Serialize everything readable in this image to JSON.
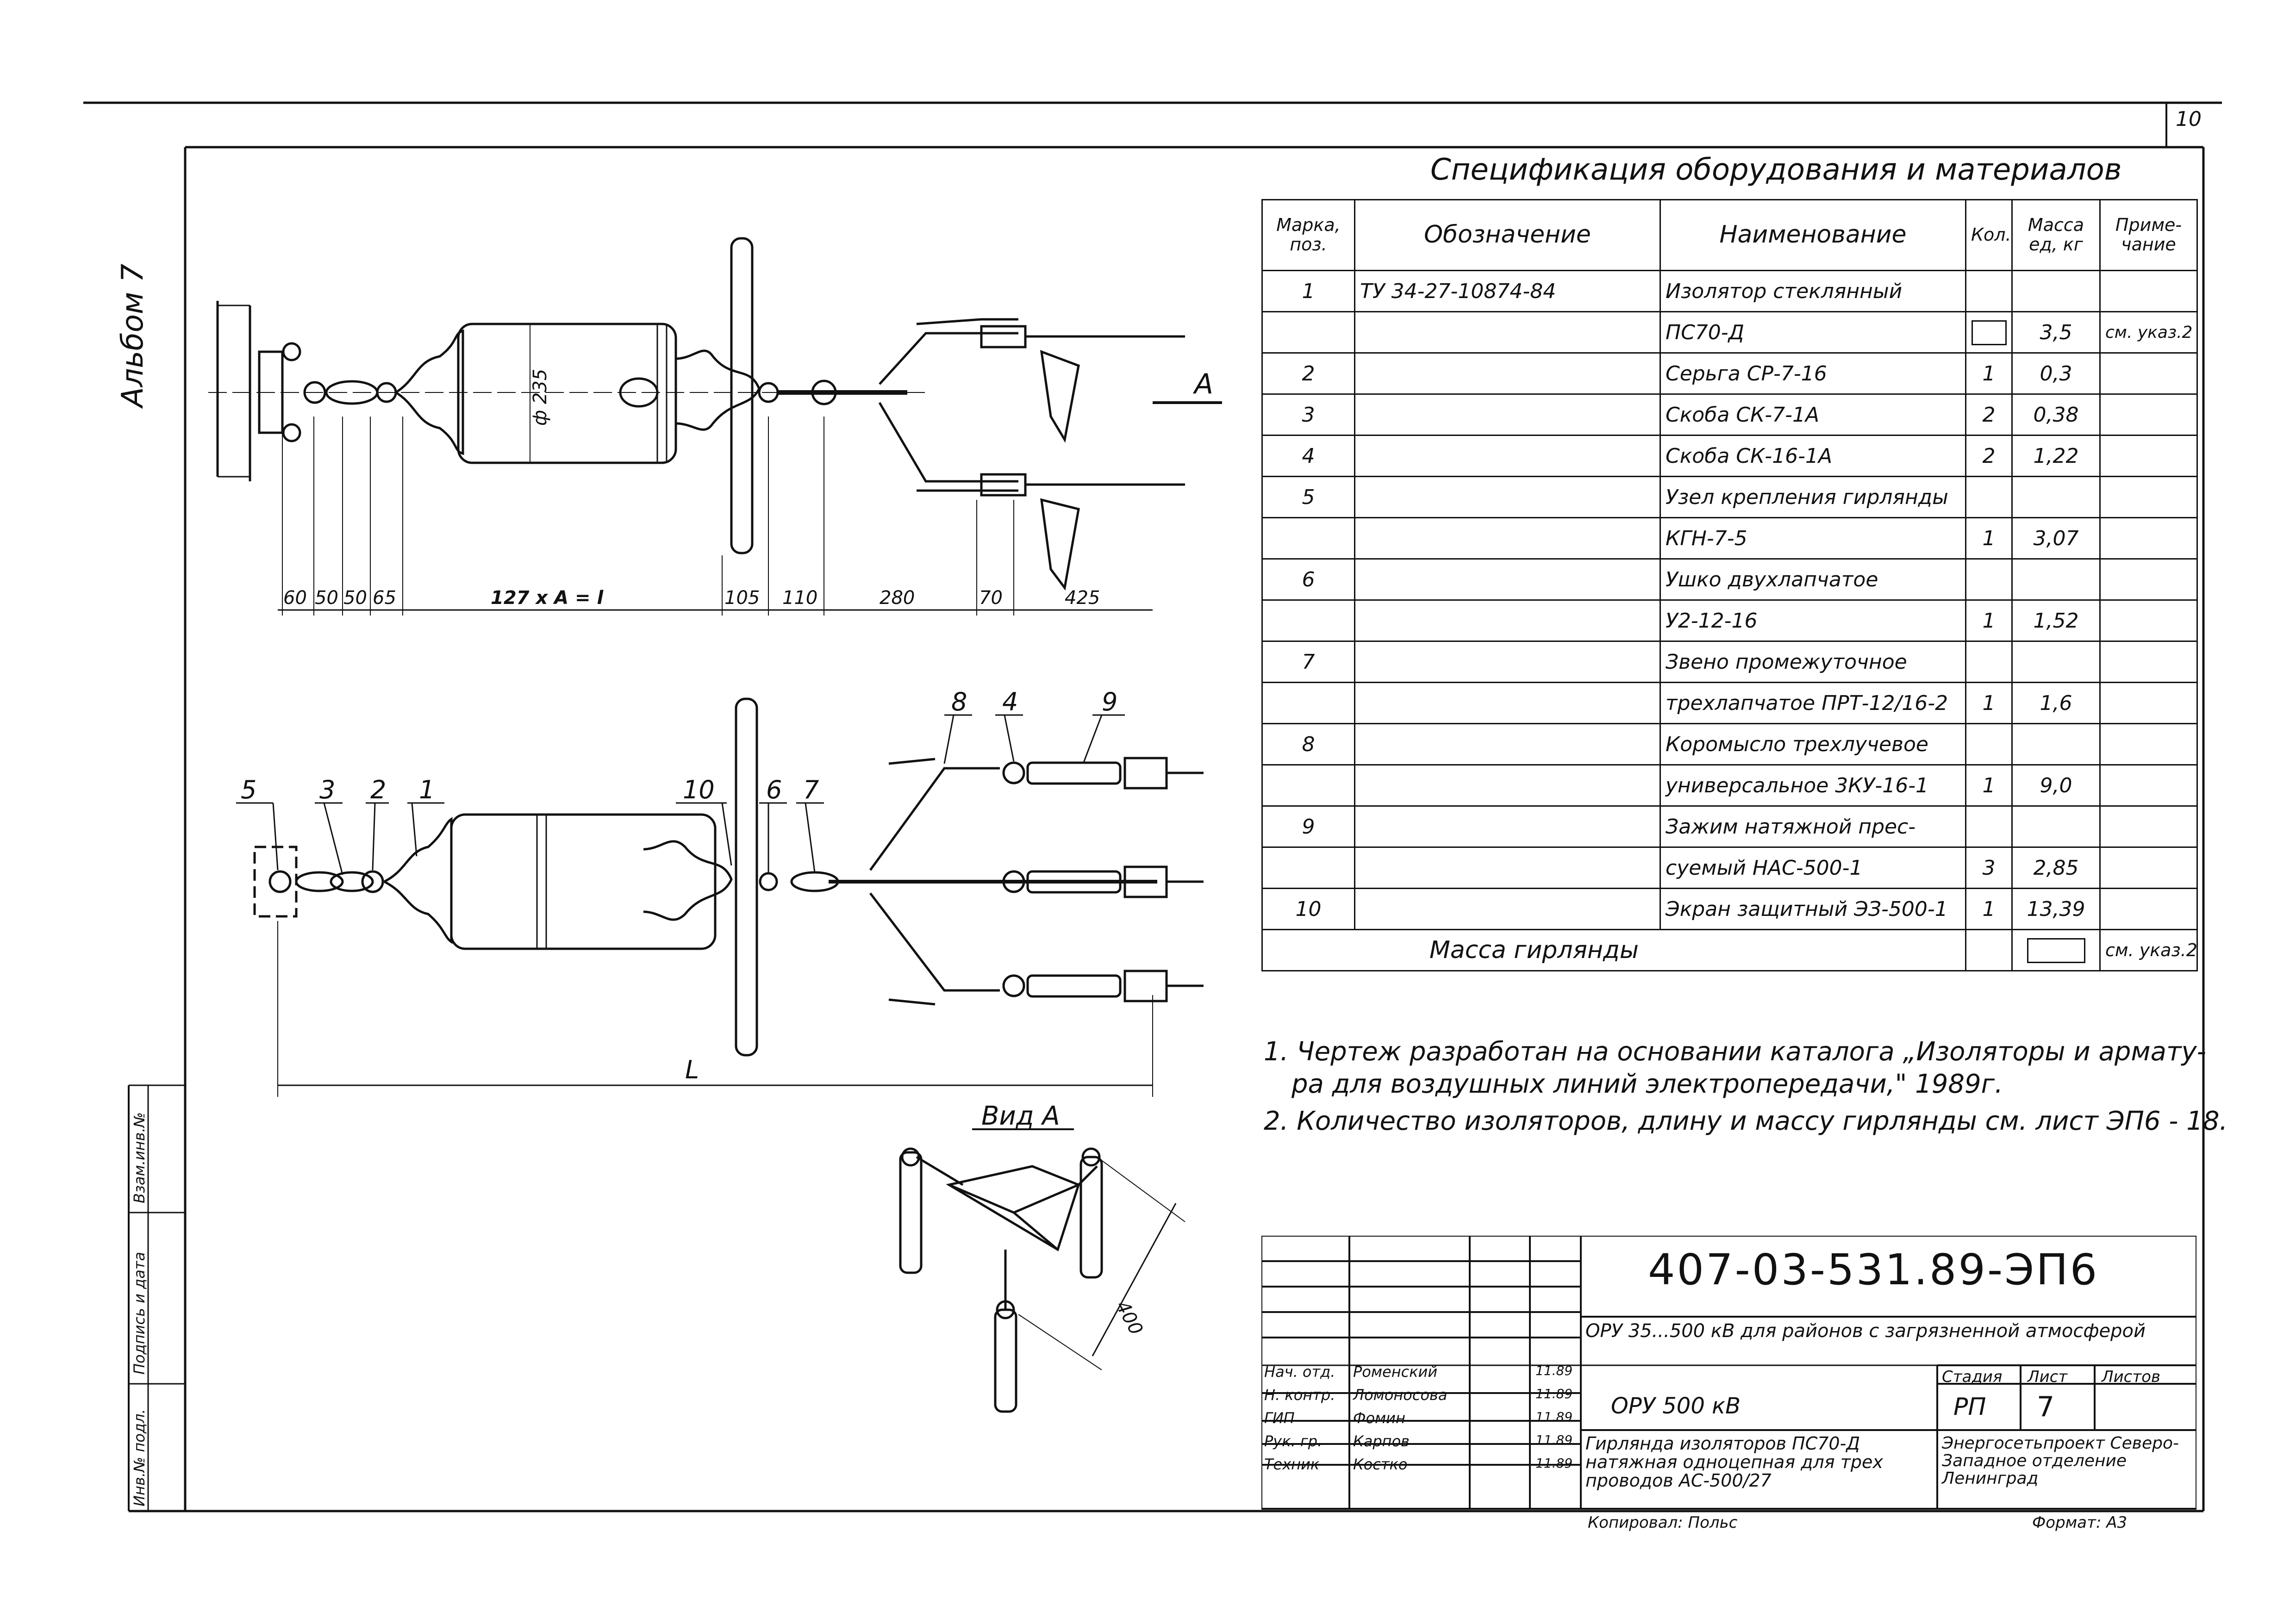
{
  "page": {
    "sheet_number": "10",
    "album_label": "Альбом 7"
  },
  "spec": {
    "title": "Спецификация оборудования и материалов",
    "headers": {
      "pos": "Марка, поз.",
      "designation": "Обозначение",
      "name": "Наименование",
      "qty": "Кол.",
      "mass": "Масса ед, кг",
      "note": "Приме- чание"
    },
    "rows": [
      {
        "pos": "1",
        "designation": "ТУ 34-27-10874-84",
        "name": "Изолятор стеклянный",
        "qty": "",
        "mass": "",
        "note": ""
      },
      {
        "pos": "",
        "designation": "",
        "name": "ПС70-Д",
        "qty": "",
        "mass": "3,5",
        "note": "см. указ.2",
        "qty_box": true
      },
      {
        "pos": "2",
        "designation": "",
        "name": "Серьга СР-7-16",
        "qty": "1",
        "mass": "0,3",
        "note": ""
      },
      {
        "pos": "3",
        "designation": "",
        "name": "Скоба СК-7-1А",
        "qty": "2",
        "mass": "0,38",
        "note": ""
      },
      {
        "pos": "4",
        "designation": "",
        "name": "Скоба СК-16-1А",
        "qty": "2",
        "mass": "1,22",
        "note": ""
      },
      {
        "pos": "5",
        "designation": "",
        "name": "Узел крепления гирлянды",
        "qty": "",
        "mass": "",
        "note": ""
      },
      {
        "pos": "",
        "designation": "",
        "name": "КГН-7-5",
        "qty": "1",
        "mass": "3,07",
        "note": ""
      },
      {
        "pos": "6",
        "designation": "",
        "name": "Ушко двухлапчатое",
        "qty": "",
        "mass": "",
        "note": ""
      },
      {
        "pos": "",
        "designation": "",
        "name": "У2-12-16",
        "qty": "1",
        "mass": "1,52",
        "note": ""
      },
      {
        "pos": "7",
        "designation": "",
        "name": "Звено промежуточное",
        "qty": "",
        "mass": "",
        "note": ""
      },
      {
        "pos": "",
        "designation": "",
        "name": "трехлапчатое ПРТ-12/16-2",
        "qty": "1",
        "mass": "1,6",
        "note": ""
      },
      {
        "pos": "8",
        "designation": "",
        "name": "Коромысло трехлучевое",
        "qty": "",
        "mass": "",
        "note": ""
      },
      {
        "pos": "",
        "designation": "",
        "name": "универсальное 3КУ-16-1",
        "qty": "1",
        "mass": "9,0",
        "note": ""
      },
      {
        "pos": "9",
        "designation": "",
        "name": "Зажим натяжной прес-",
        "qty": "",
        "mass": "",
        "note": ""
      },
      {
        "pos": "",
        "designation": "",
        "name": "суемый НАС-500-1",
        "qty": "3",
        "mass": "2,85",
        "note": ""
      },
      {
        "pos": "10",
        "designation": "",
        "name": "Экран защитный ЭЗ-500-1",
        "qty": "1",
        "mass": "13,39",
        "note": ""
      }
    ],
    "total_label": "Масса гирлянды",
    "total_note": "см. указ.2"
  },
  "notes": [
    "1. Чертеж разработан на основании каталога „Изоляторы и армату-",
    "ра для воздушных линий электропередачи,\" 1989г.",
    "2. Количество изоляторов, длину и массу гирлянды см. лист ЭП6 - 18."
  ],
  "drawing": {
    "dims_top": [
      "60",
      "50",
      "50",
      "65",
      "127 x A = l",
      "105",
      "110",
      "280",
      "70",
      "425"
    ],
    "diameter_label": "ф 235",
    "view_arrow": "А",
    "callouts": [
      "5",
      "3",
      "2",
      "1",
      "10",
      "6",
      "7",
      "8",
      "4",
      "9"
    ],
    "length_label": "L",
    "view_title": "Вид А",
    "view_dim": "400"
  },
  "stamp": {
    "code": "407-03-531.89-ЭП6",
    "project": "ОРУ 35...500 кВ для районов с загрязненной атмосферой",
    "object": "ОРУ 500 кВ",
    "stage_label": "Стадия",
    "sheet_label": "Лист",
    "sheets_label": "Листов",
    "stage": "РП",
    "sheet": "7",
    "sheets": "",
    "title": "Гирлянда изоляторов ПС70-Д натяжная одноцепная для трех проводов АС-500/27",
    "org": "Энергосетьпроект Северо-Западное отделение Ленинград",
    "roles": [
      "Нач. отд.",
      "Н. контр.",
      "ГИП",
      "Рук. гр.",
      "Техник"
    ],
    "names": [
      "Роменский",
      "Ломоносова",
      "Фомин",
      "Карпов",
      "Костко"
    ],
    "dates": [
      "11.89",
      "11.89",
      "11.89",
      "11.89",
      "11.89"
    ],
    "copied": "Копировал: Польс",
    "format": "Формат: А3"
  },
  "side_stamp": [
    "Инв.№ подл.",
    "Подпись и дата",
    "Взам.инв.№"
  ]
}
